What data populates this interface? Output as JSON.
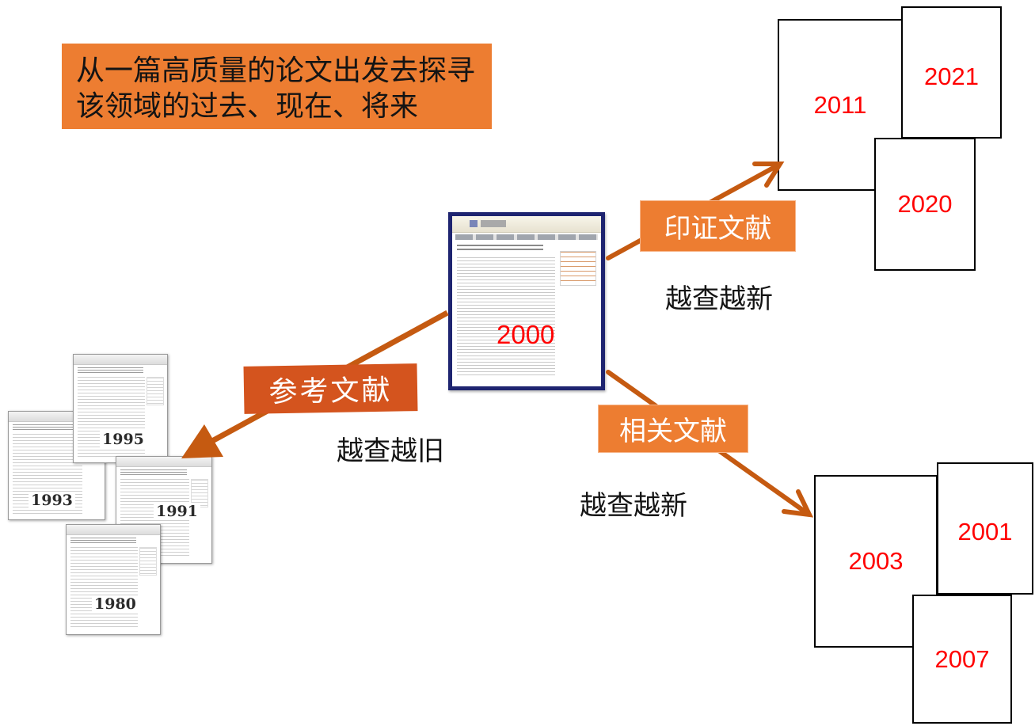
{
  "title": {
    "line1": "从一篇高质量的论文出发去探寻",
    "line2": "该领域的过去、现在、将来"
  },
  "center_paper": {
    "year": "2000"
  },
  "references": {
    "label": "参考文献",
    "caption": "越查越旧",
    "papers": [
      {
        "year": "1995"
      },
      {
        "year": "1993"
      },
      {
        "year": "1991"
      },
      {
        "year": "1980"
      }
    ]
  },
  "citations": {
    "label": "印证文献",
    "caption": "越查越新",
    "papers": [
      {
        "year": "2011"
      },
      {
        "year": "2021"
      },
      {
        "year": "2020"
      }
    ]
  },
  "related": {
    "label": "相关文献",
    "caption": "越查越新",
    "papers": [
      {
        "year": "2003"
      },
      {
        "year": "2001"
      },
      {
        "year": "2007"
      }
    ]
  },
  "colors": {
    "title_box": "#ED7D31",
    "label_box": "#ED7D31",
    "reference_label": "#D4541E",
    "arrow": "#C55A11",
    "year_text": "#FF0000",
    "center_paper_border": "#1E2470"
  }
}
